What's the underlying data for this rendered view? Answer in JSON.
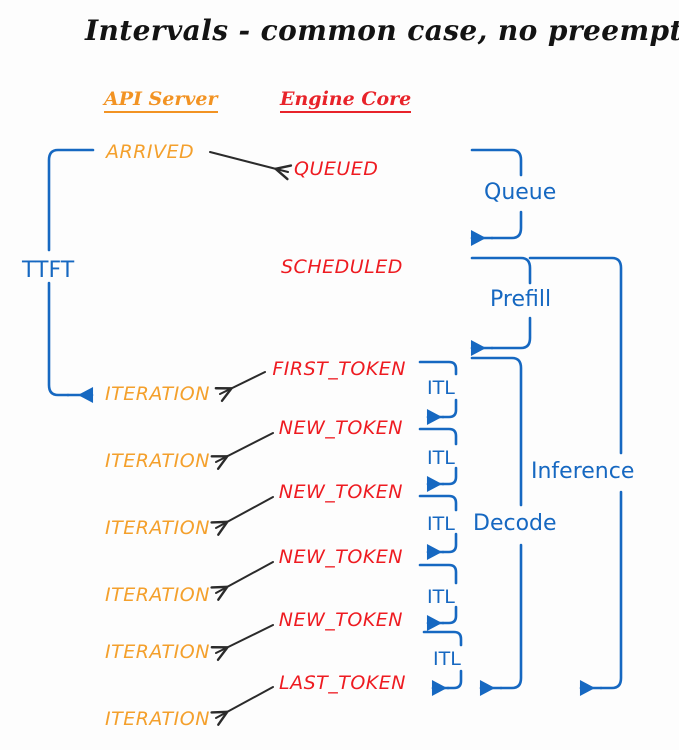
{
  "title": "Intervals - common case, no preemptions",
  "columns": [
    {
      "name": "api-server",
      "label": "API Server",
      "color": "#F29323"
    },
    {
      "name": "engine-core",
      "label": "Engine Core",
      "color": "#E8232A"
    }
  ],
  "colors": {
    "background": "#fdfdfd",
    "title": "#131313",
    "api_state": "#F4A02C",
    "engine_state": "#EE1B21",
    "bracket_blue": "#1668C1",
    "arrow_black": "#2b2b2b"
  },
  "api_states": [
    {
      "label": "ARRIVED"
    },
    {
      "label": "ITERATION"
    },
    {
      "label": "ITERATION"
    },
    {
      "label": "ITERATION"
    },
    {
      "label": "ITERATION"
    },
    {
      "label": "ITERATION"
    },
    {
      "label": "ITERATION"
    }
  ],
  "engine_states": [
    {
      "label": "QUEUED"
    },
    {
      "label": "SCHEDULED"
    },
    {
      "label": "FIRST_TOKEN"
    },
    {
      "label": "NEW_TOKEN"
    },
    {
      "label": "NEW_TOKEN"
    },
    {
      "label": "NEW_TOKEN"
    },
    {
      "label": "NEW_TOKEN"
    },
    {
      "label": "LAST_TOKEN"
    }
  ],
  "intervals": {
    "ttft": "TTFT",
    "queue": "Queue",
    "prefill": "Prefill",
    "inference": "Inference",
    "decode": "Decode",
    "itl": [
      {
        "label": "ITL"
      },
      {
        "label": "ITL"
      },
      {
        "label": "ITL"
      },
      {
        "label": "ITL"
      },
      {
        "label": "ITL"
      }
    ]
  }
}
